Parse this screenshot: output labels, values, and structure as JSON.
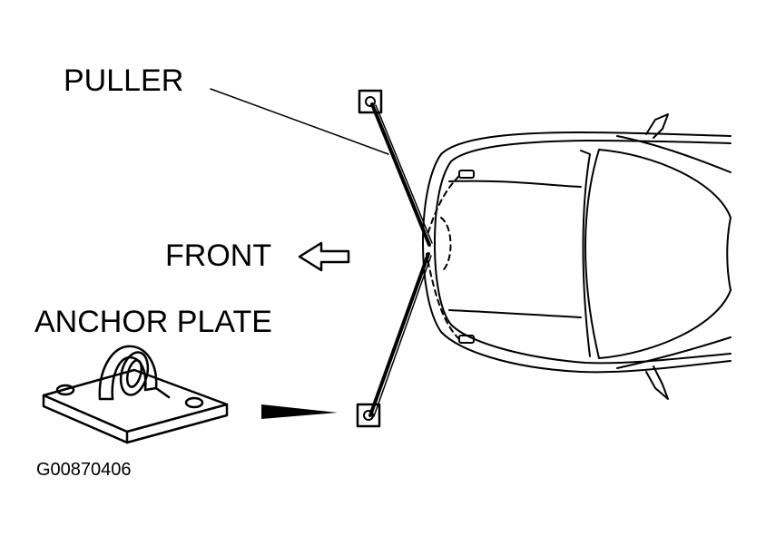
{
  "labels": {
    "puller": "PULLER",
    "front": "FRONT",
    "anchor_plate": "ANCHOR PLATE",
    "figure_code": "G00870406"
  },
  "colors": {
    "ink": "#000000",
    "paper": "#ffffff"
  }
}
